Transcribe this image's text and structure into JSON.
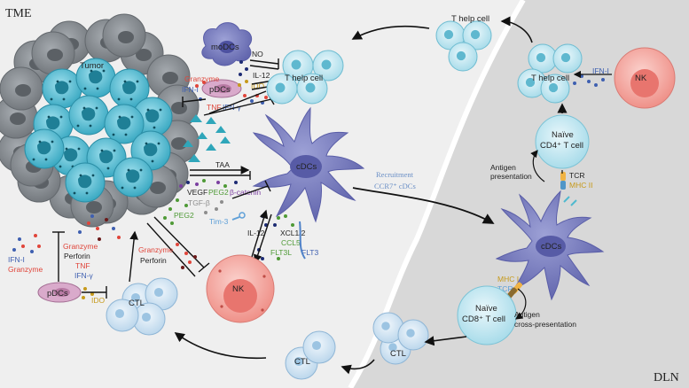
{
  "regions": {
    "left": "TME",
    "right": "DLN"
  },
  "labels": {
    "tumor": "Tumor",
    "modcs": "moDCs",
    "no": "NO",
    "il12_top": "IL-12",
    "ido_top": "IDO",
    "granzyme_top": "Granzyme",
    "ifn1_top": "IFN-I",
    "pdcs_top": "pDCs",
    "tnf_top": "TNF",
    "ifng_top": "IFN-γ",
    "t_help_cell_mid": "T help cell",
    "t_help_cell_topright": "T help cell",
    "t_help_cell_right": "T help cell",
    "ifn1_nk": "IFN-I",
    "nk_right": "NK",
    "naive_cd4_line1": "Naïve",
    "naive_cd4_line2": "CD4⁺ T cell",
    "antigen_pres_line1": "Antigen",
    "antigen_pres_line2": "presentation",
    "tcr_top": "TCR",
    "mhc2": "MHC II",
    "recruit_line1": "Recruitment",
    "recruit_line2": "CCR7⁺ cDCs",
    "taa": "TAA",
    "cdcs_main": "cDCs",
    "vegf": "VEGF",
    "peg2_a": "PEG2",
    "beta_catenin": "β-catenin",
    "tgfb": "TGF-β",
    "tim3": "Tim-3",
    "peg2_b": "PEG2",
    "il12_mid": "IL-12",
    "xcl12": "XCL1/2",
    "ccl5": "CCL5",
    "flt3l": "FLT3L",
    "flt3": "FLT3",
    "ifn1_left": "IFN-I",
    "granzyme_left": "Granzyme",
    "granzyme_mid": "Granzyme",
    "perforin_mid": "Perforin",
    "tnf_mid": "TNF",
    "ifng_mid": "IFN-γ",
    "granzyme_nk": "Granzyme",
    "perforin_nk": "Perforin",
    "nk_left": "NK",
    "pdcs_bottom": "pDCs",
    "ido_bottom": "IDO",
    "ctl_main": "CTL",
    "cdcs_right": "cDCs",
    "mhc1": "MHC I",
    "tcr_bottom": "TCR",
    "naive_cd8_line1": "Naïve",
    "naive_cd8_line2": "CD8⁺ T cell",
    "antigen_cross_line1": "Antigen",
    "antigen_cross_line2": "cross-presentation",
    "ctl_right": "CTL",
    "ctl_bottom": "CTL"
  },
  "colors": {
    "tme_bg": "#eeeeee",
    "dln_bg": "#d9d9d9",
    "tumor_gray": "#8c9196",
    "tumor_cyan": "#4fb9cf",
    "tumor_nucleus": "#1f8ca3",
    "tcell": "#bfe5ef",
    "tcell_nucleus": "#5fb8cf",
    "ctl": "#d6e8f5",
    "cdc": "#7b7fc0",
    "cdc_nucleus": "#5a5ea8",
    "nk": "#f4a6a0",
    "nk_nucleus": "#e5706a",
    "pdc": "#d5a6c8",
    "modc": "#8f92c8",
    "red_text": "#e0453a",
    "blue_text": "#3e5fb0",
    "gold_text": "#c69a1b",
    "green_text": "#4f9a36",
    "purple_text": "#7b3fa0",
    "gray_text": "#8d8d8d",
    "light_blue_text": "#5fa0d8"
  }
}
